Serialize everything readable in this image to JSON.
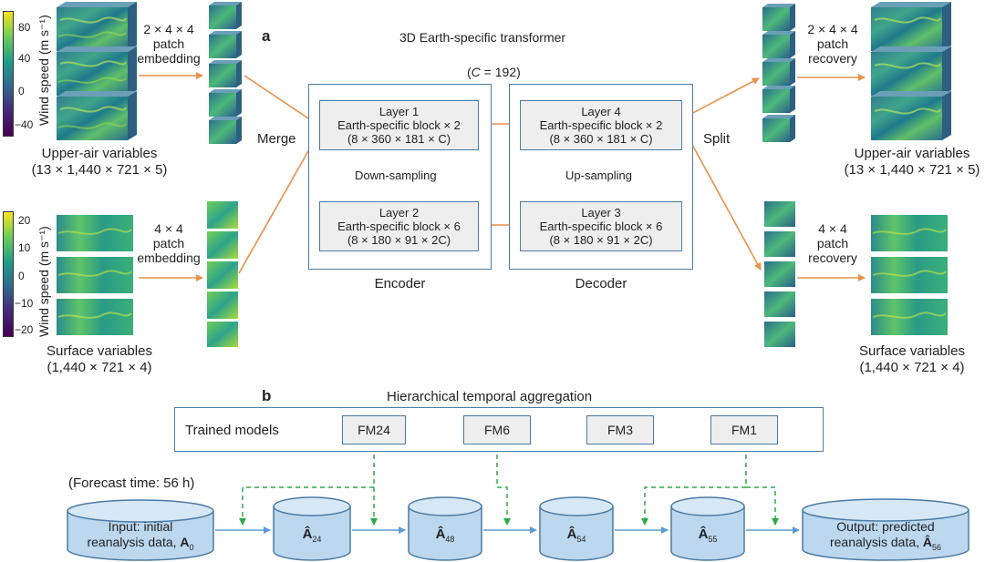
{
  "panel_a": {
    "letter": "a",
    "title": "3D Earth-specific transformer",
    "channel": "(C = 192)",
    "merge": "Merge",
    "split": "Split",
    "encoder": "Encoder",
    "decoder": "Decoder",
    "down_sampling": "Down-sampling",
    "up_sampling": "Up-sampling",
    "layers": [
      {
        "name": "Layer 1",
        "block": "Earth-specific block × 2",
        "shape": "(8 × 360 × 181 × C)"
      },
      {
        "name": "Layer 2",
        "block": "Earth-specific block × 6",
        "shape": "(8 × 180 × 91 × 2C)"
      },
      {
        "name": "Layer 3",
        "block": "Earth-specific block × 6",
        "shape": "(8 × 180 × 91 × 2C)"
      },
      {
        "name": "Layer 4",
        "block": "Earth-specific block × 2",
        "shape": "(8 × 360 × 181 × C)"
      }
    ],
    "upper_embed": [
      "2 × 4 × 4",
      "patch",
      "embedding"
    ],
    "surface_embed": [
      "4 × 4",
      "patch",
      "embedding"
    ],
    "upper_recovery": [
      "2 × 4 × 4",
      "patch",
      "recovery"
    ],
    "surface_recovery": [
      "4 × 4",
      "patch",
      "recovery"
    ],
    "upper_in": {
      "name": "Upper-air variables",
      "shape": "(13 × 1,440 × 721 × 5)"
    },
    "surface_in": {
      "name": "Surface variables",
      "shape": "(1,440 × 721 × 4)"
    },
    "upper_out": {
      "name": "Upper-air variables",
      "shape": "(13 × 1,440 × 721 × 5)"
    },
    "surface_out": {
      "name": "Surface variables",
      "shape": "(1,440 × 721 × 4)"
    },
    "colorbar_upper": {
      "label": "Wind speed (m s⁻¹)",
      "ticks": [
        "80",
        "40",
        "0",
        "−40"
      ]
    },
    "colorbar_surface": {
      "label": "Wind speed (m s⁻¹)",
      "ticks": [
        "20",
        "10",
        "0",
        "−10",
        "−20"
      ]
    }
  },
  "panel_b": {
    "letter": "b",
    "title": "Hierarchical temporal aggregation",
    "trained_models": "Trained models",
    "models": [
      "FM24",
      "FM6",
      "FM3",
      "FM1"
    ],
    "forecast_time": "(Forecast time: 56 h)",
    "input_line1": "Input: initial",
    "input_line2": "reanalysis data, ",
    "input_sym": "A",
    "input_sub": "0",
    "output_line1": "Output: predicted",
    "output_line2": "reanalysis data, ",
    "output_sym": "Â",
    "output_sub": "56",
    "steps": [
      {
        "sym": "Â",
        "sub": "24"
      },
      {
        "sym": "Â",
        "sub": "48"
      },
      {
        "sym": "Â",
        "sub": "54"
      },
      {
        "sym": "Â",
        "sub": "55"
      }
    ]
  },
  "colors": {
    "arrow_orange": "#e8914a",
    "arrow_blue": "#5b9bd5",
    "arrow_green": "#2faa4a",
    "box_border": "#4a7ba6",
    "layer_fill": "#eeeeee",
    "cylinder_fill": "#bcd7ee"
  }
}
